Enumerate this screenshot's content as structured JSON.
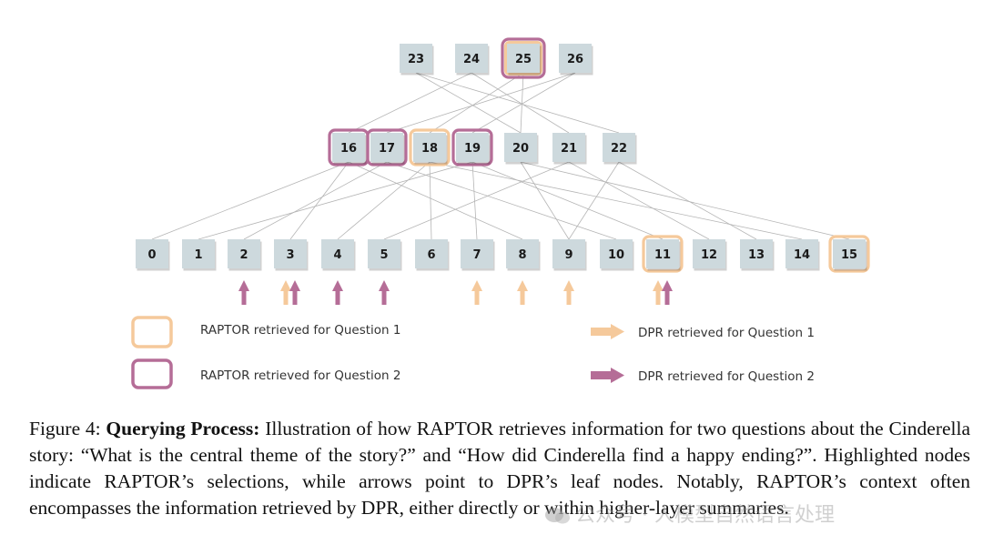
{
  "diagram": {
    "layers": {
      "top": [
        "23",
        "24",
        "25",
        "26"
      ],
      "middle": [
        "16",
        "17",
        "18",
        "19",
        "20",
        "21",
        "22"
      ],
      "leaf": [
        "0",
        "1",
        "2",
        "3",
        "4",
        "5",
        "6",
        "7",
        "8",
        "9",
        "10",
        "11",
        "12",
        "13",
        "14",
        "15"
      ]
    },
    "raptor_q1_nodes": [
      "25",
      "18",
      "11",
      "15"
    ],
    "raptor_q2_nodes": [
      "25",
      "16",
      "17",
      "19"
    ],
    "dpr_arrows": [
      {
        "leaf": "2",
        "question": "q2"
      },
      {
        "leaf": "3",
        "question": "q1"
      },
      {
        "leaf": "3",
        "question": "q2"
      },
      {
        "leaf": "4",
        "question": "q2"
      },
      {
        "leaf": "5",
        "question": "q2"
      },
      {
        "leaf": "7",
        "question": "q1"
      },
      {
        "leaf": "8",
        "question": "q1"
      },
      {
        "leaf": "9",
        "question": "q1"
      },
      {
        "leaf": "11",
        "question": "q1"
      },
      {
        "leaf": "11",
        "question": "q2"
      }
    ],
    "edges": [
      [
        "23",
        "20"
      ],
      [
        "23",
        "22"
      ],
      [
        "24",
        "16"
      ],
      [
        "24",
        "21"
      ],
      [
        "25",
        "18"
      ],
      [
        "25",
        "20"
      ],
      [
        "26",
        "17"
      ],
      [
        "26",
        "19"
      ],
      [
        "16",
        "0"
      ],
      [
        "16",
        "3"
      ],
      [
        "16",
        "8"
      ],
      [
        "17",
        "2"
      ],
      [
        "17",
        "10"
      ],
      [
        "18",
        "4"
      ],
      [
        "18",
        "6"
      ],
      [
        "18",
        "14"
      ],
      [
        "19",
        "1"
      ],
      [
        "19",
        "7"
      ],
      [
        "19",
        "11"
      ],
      [
        "20",
        "9"
      ],
      [
        "20",
        "15"
      ],
      [
        "21",
        "5"
      ],
      [
        "21",
        "12"
      ],
      [
        "22",
        "9"
      ],
      [
        "22",
        "13"
      ]
    ]
  },
  "colors": {
    "node_fill": "#cdd9dd",
    "q1_color": "#f5c99b",
    "q2_color": "#b56d97",
    "edge_color": "#b5b5b5"
  },
  "legend": {
    "raptor_q1": "RAPTOR retrieved for Question 1",
    "raptor_q2": "RAPTOR retrieved for Question 2",
    "dpr_q1": "DPR retrieved for Question 1",
    "dpr_q2": "DPR retrieved for Question 2"
  },
  "caption": {
    "label": "Figure 4:",
    "title": "Querying Process:",
    "text": "Illustration of how RAPTOR retrieves information for two questions about the Cinderella story: “What is the central theme of the story?” and “How did Cinderella find a happy ending?”. Highlighted nodes indicate RAPTOR’s selections, while arrows point to DPR’s leaf nodes. Notably, RAPTOR’s context often encompasses the information retrieved by DPR, either directly or within higher-layer summaries."
  },
  "watermark": "公众号 · 人模型自然语言处理"
}
